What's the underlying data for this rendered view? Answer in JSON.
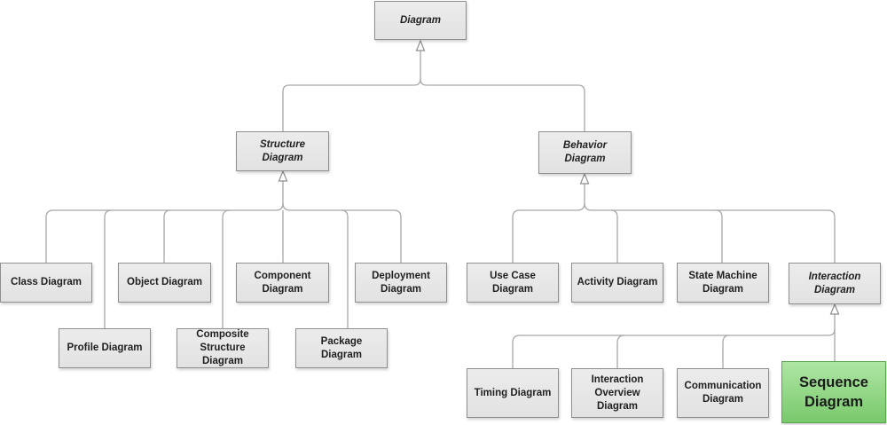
{
  "diagram": {
    "nodes": {
      "diagram": "Diagram",
      "structure": "Structure\nDiagram",
      "behavior": "Behavior\nDiagram",
      "class": "Class Diagram",
      "profile": "Profile Diagram",
      "object": "Object Diagram",
      "composite": "Composite\nStructure\nDiagram",
      "component": "Component\nDiagram",
      "package": "Package Diagram",
      "deployment": "Deployment\nDiagram",
      "usecase": "Use Case Diagram",
      "activity": "Activity Diagram",
      "statemachine": "State Machine\nDiagram",
      "interaction": "Interaction\nDiagram",
      "timing": "Timing Diagram",
      "interactionoverview": "Interaction\nOverview\nDiagram",
      "communication": "Communication\nDiagram",
      "sequence": "Sequence\nDiagram"
    },
    "colors": {
      "node_fill": "#e6e6e6",
      "node_border": "#8f8f8f",
      "connector": "#a8a8a8",
      "highlight_fill": "#8fd484",
      "highlight_border": "#5aa54e"
    }
  }
}
